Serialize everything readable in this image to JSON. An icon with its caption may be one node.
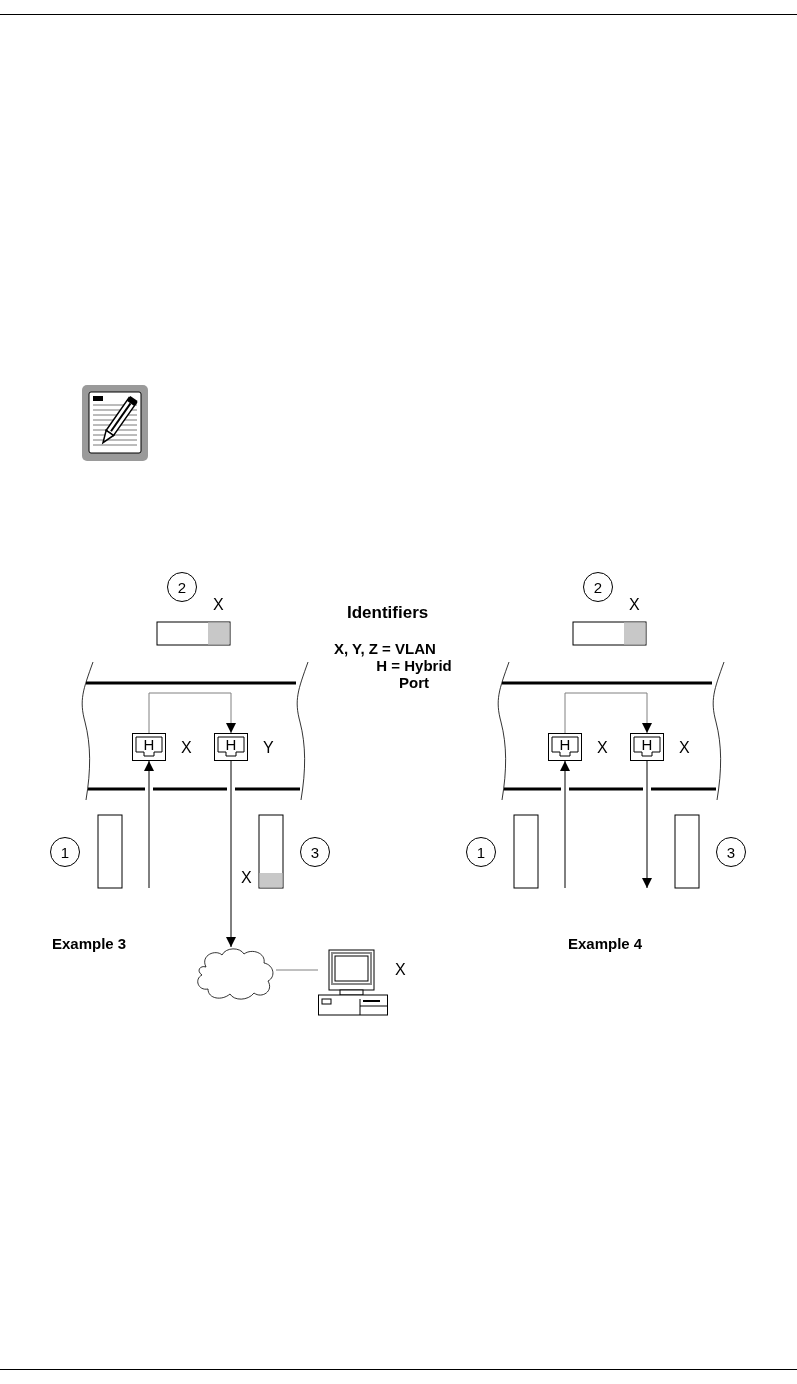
{
  "diagram": {
    "nodes": [
      {
        "text": [
          "H"
        ],
        "beside": [
          "X"
        ]
      },
      {
        "text": [
          "H"
        ],
        "beside": [
          "Y"
        ]
      },
      {
        "text": [],
        "shape": "cloud"
      },
      {
        "text": [],
        "shape": "computer",
        "beside": [
          "X"
        ]
      },
      {
        "text": [
          "H"
        ],
        "beside": [
          "X"
        ]
      },
      {
        "text": [
          "H"
        ],
        "beside": [
          "X"
        ]
      }
    ],
    "edges": [
      {
        "from": 0,
        "to": 1,
        "arrow": "to",
        "color": "#808080"
      },
      {
        "from": null,
        "to": 0,
        "arrow": "to"
      },
      {
        "from": 1,
        "to": 2,
        "arrow": "to"
      },
      {
        "from": 2,
        "to": 3,
        "arrow": "none",
        "color": "#808080"
      },
      {
        "from": 4,
        "to": 5,
        "arrow": "to",
        "color": "#808080"
      },
      {
        "from": null,
        "to": 4,
        "arrow": "to"
      },
      {
        "from": 5,
        "to": null,
        "arrow": "to"
      }
    ],
    "labels": [
      "2",
      "2",
      "X",
      "X",
      "Identifiers",
      "X, Y, Z = VLAN",
      "H = Hybrid Port",
      "1",
      "3",
      "1",
      "3",
      "X",
      "Example 3",
      "Example 4"
    ]
  }
}
